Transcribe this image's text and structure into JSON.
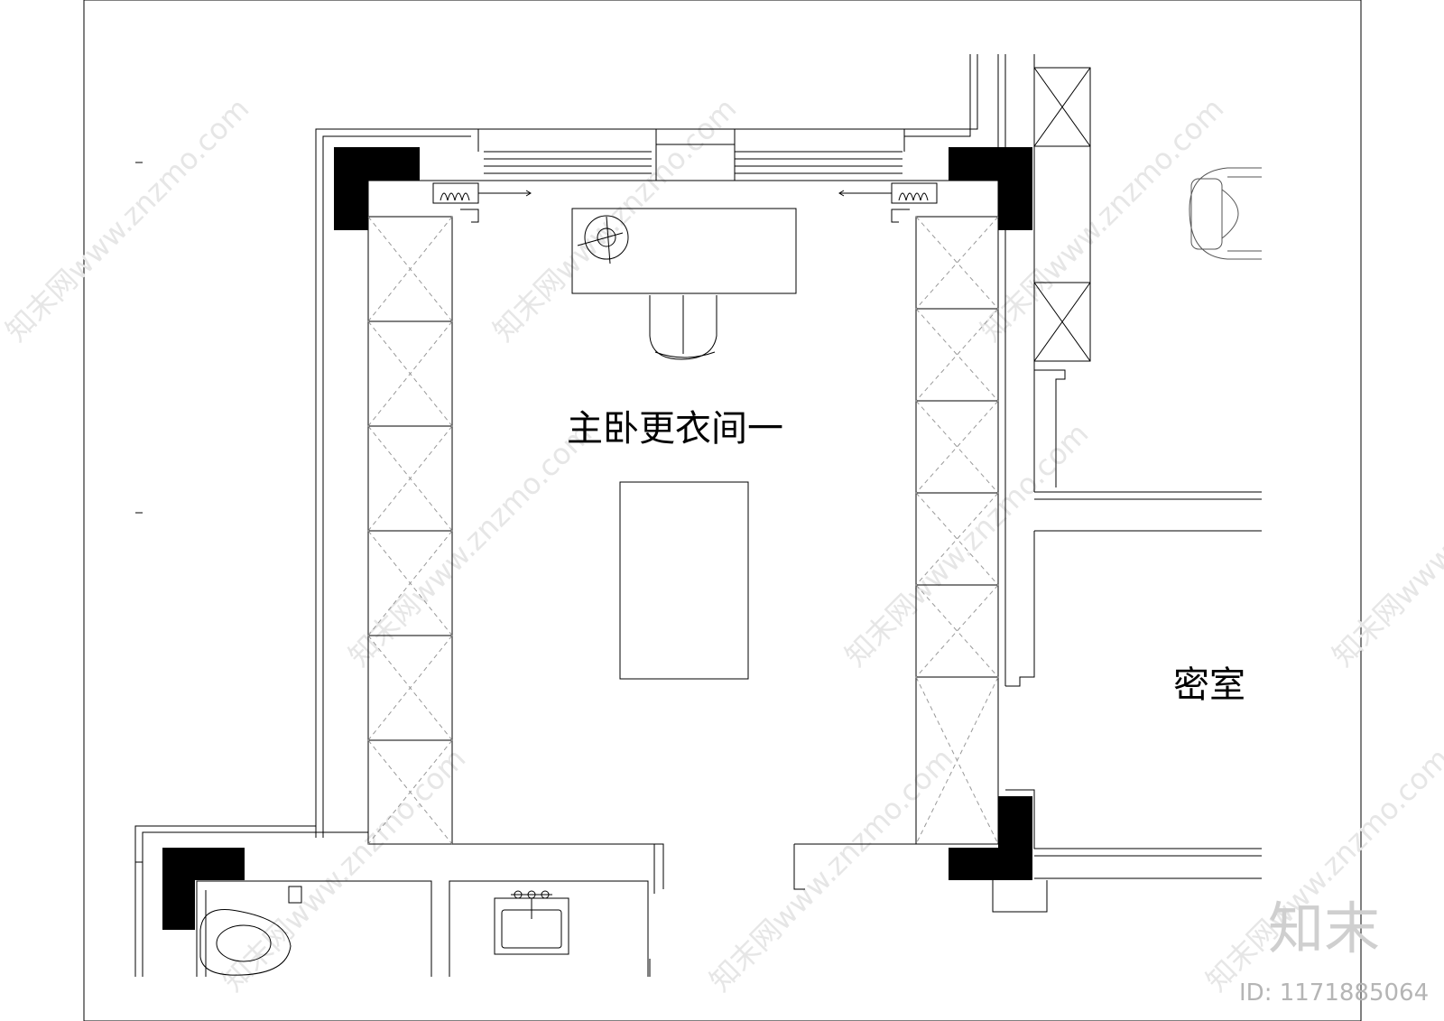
{
  "rooms": {
    "walk_in_closet": "主卧更衣间一",
    "secret_room": "密室"
  },
  "brand": {
    "logo": "知末",
    "id_label": "ID: 1171885064",
    "watermark": "知末网www.znzmo.com"
  },
  "colors": {
    "line": "#000000",
    "fill_wall": "#000000",
    "dashed": "#999999",
    "watermark": "#e6e6e6"
  }
}
